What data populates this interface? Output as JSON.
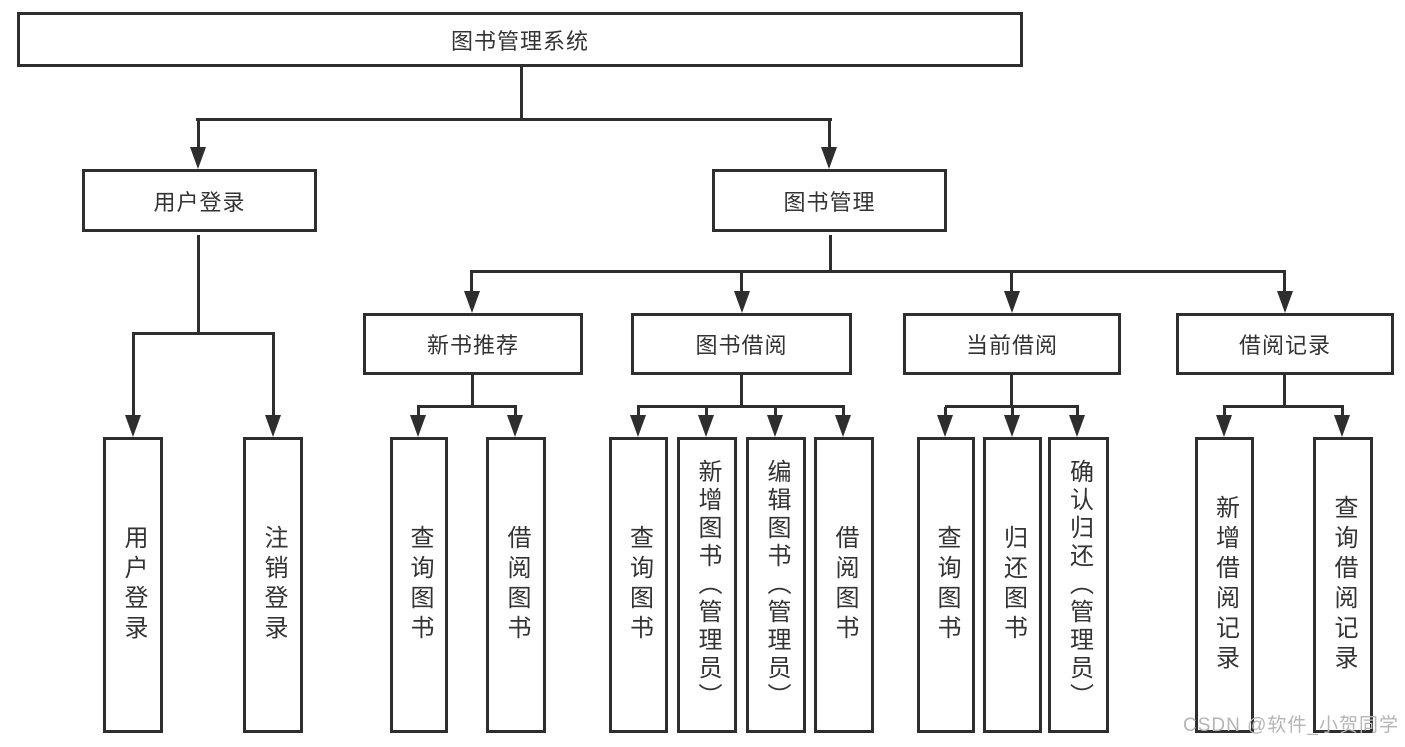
{
  "colors": {
    "line": "#2e2e2e",
    "text": "#333333",
    "watermark": "#b5b5b5"
  },
  "chart_data": {
    "type": "tree-diagram",
    "title": "图书管理系统"
  },
  "tree": {
    "root": "图书管理系统",
    "user": {
      "label": "用户登录",
      "children": [
        "用户登录",
        "注销登录"
      ]
    },
    "book": {
      "label": "图书管理",
      "sections": [
        {
          "label": "新书推荐",
          "children": [
            "查询图书",
            "借阅图书"
          ]
        },
        {
          "label": "图书借阅",
          "children": [
            "查询图书",
            "新增图书（管理员）",
            "编辑图书（管理员）",
            "借阅图书"
          ]
        },
        {
          "label": "当前借阅",
          "children": [
            "查询图书",
            "归还图书",
            "确认归还（管理员）"
          ]
        },
        {
          "label": "借阅记录",
          "children": [
            "新增借阅记录",
            "查询借阅记录"
          ]
        }
      ]
    }
  },
  "watermark": "CSDN @软件_小贺同学"
}
